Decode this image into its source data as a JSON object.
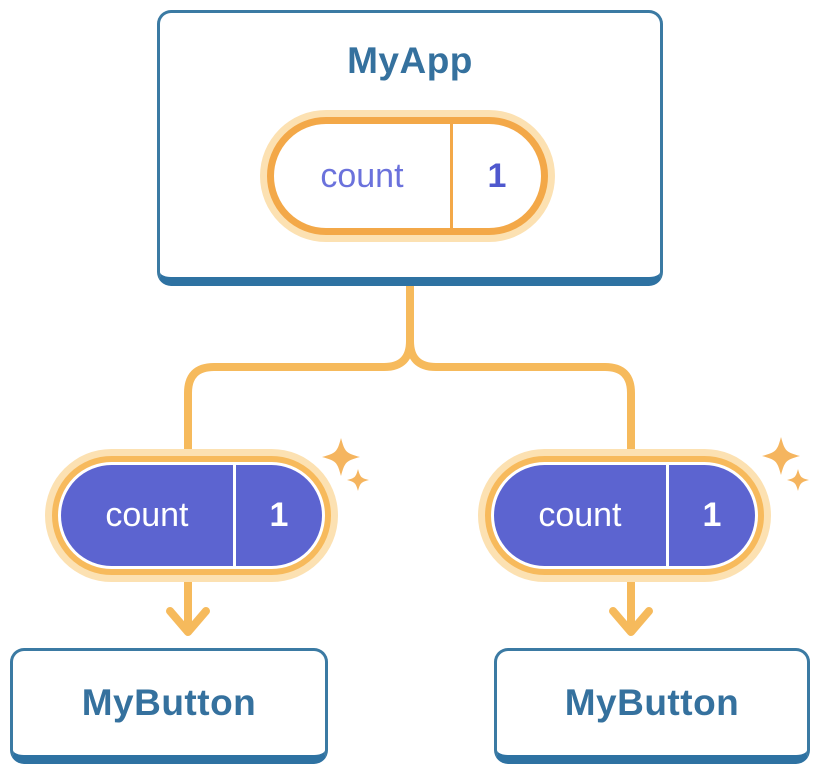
{
  "diagram": {
    "root_card": {
      "title": "MyApp",
      "state_name": "count",
      "state_value": "1"
    },
    "child_cards": [
      {
        "title": "MyButton",
        "prop_name": "count",
        "prop_value": "1"
      },
      {
        "title": "MyButton",
        "prop_name": "count",
        "prop_value": "1"
      }
    ],
    "colors": {
      "background": "#ffffff",
      "card_bg": "#ffffff",
      "card_border": "#3b7aa3",
      "card_bottom_edge": "#2e72a2",
      "title_text": "#35719e",
      "state_pill_ring": "#f3a848",
      "pill_glow": "#fce1b2",
      "prop_pill_ring": "#f7ba5c",
      "state_name_text": "#6b72dc",
      "state_value_text": "#4f58ce",
      "prop_pill_fill": "#5c64d0",
      "prop_pill_text": "#ffffff",
      "connector": "#f6ba5c",
      "sparkle": "#f5b55f"
    }
  }
}
